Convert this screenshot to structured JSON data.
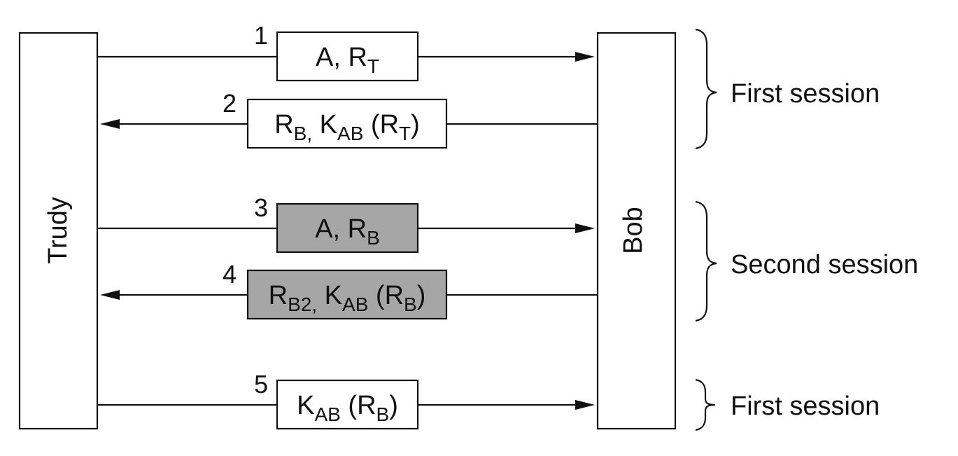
{
  "actors": {
    "left": "Trudy",
    "right": "Bob"
  },
  "messages": [
    {
      "step": "1",
      "direction": "to-right",
      "shaded": false,
      "parts": [
        {
          "text": "A, R",
          "role": "main"
        },
        {
          "text": "T",
          "role": "sub"
        }
      ]
    },
    {
      "step": "2",
      "direction": "to-left",
      "shaded": false,
      "parts": [
        {
          "text": "R",
          "role": "main"
        },
        {
          "text": "B,",
          "role": "sub"
        },
        {
          "text": " K",
          "role": "main"
        },
        {
          "text": "AB",
          "role": "sub"
        },
        {
          "text": " (R",
          "role": "main"
        },
        {
          "text": "T",
          "role": "sub"
        },
        {
          "text": ")",
          "role": "main"
        }
      ]
    },
    {
      "step": "3",
      "direction": "to-right",
      "shaded": true,
      "parts": [
        {
          "text": "A, R",
          "role": "main"
        },
        {
          "text": "B",
          "role": "sub"
        }
      ]
    },
    {
      "step": "4",
      "direction": "to-left",
      "shaded": true,
      "parts": [
        {
          "text": "R",
          "role": "main"
        },
        {
          "text": "B2,",
          "role": "sub"
        },
        {
          "text": " K",
          "role": "main"
        },
        {
          "text": "AB",
          "role": "sub"
        },
        {
          "text": " (R",
          "role": "main"
        },
        {
          "text": "B",
          "role": "sub"
        },
        {
          "text": ")",
          "role": "main"
        }
      ]
    },
    {
      "step": "5",
      "direction": "to-right",
      "shaded": false,
      "parts": [
        {
          "text": "K",
          "role": "main"
        },
        {
          "text": "AB",
          "role": "sub"
        },
        {
          "text": " (R",
          "role": "main"
        },
        {
          "text": "B",
          "role": "sub"
        },
        {
          "text": ")",
          "role": "main"
        }
      ]
    }
  ],
  "sessions": [
    {
      "label": "First session",
      "brace": "large",
      "steps": [
        "1",
        "2"
      ]
    },
    {
      "label": "Second session",
      "brace": "large",
      "steps": [
        "3",
        "4"
      ]
    },
    {
      "label": "First session",
      "brace": "small",
      "steps": [
        "5"
      ]
    }
  ],
  "colors": {
    "ink": "#111111",
    "shaded_box": "#a6a6a6",
    "background": "#ffffff"
  }
}
